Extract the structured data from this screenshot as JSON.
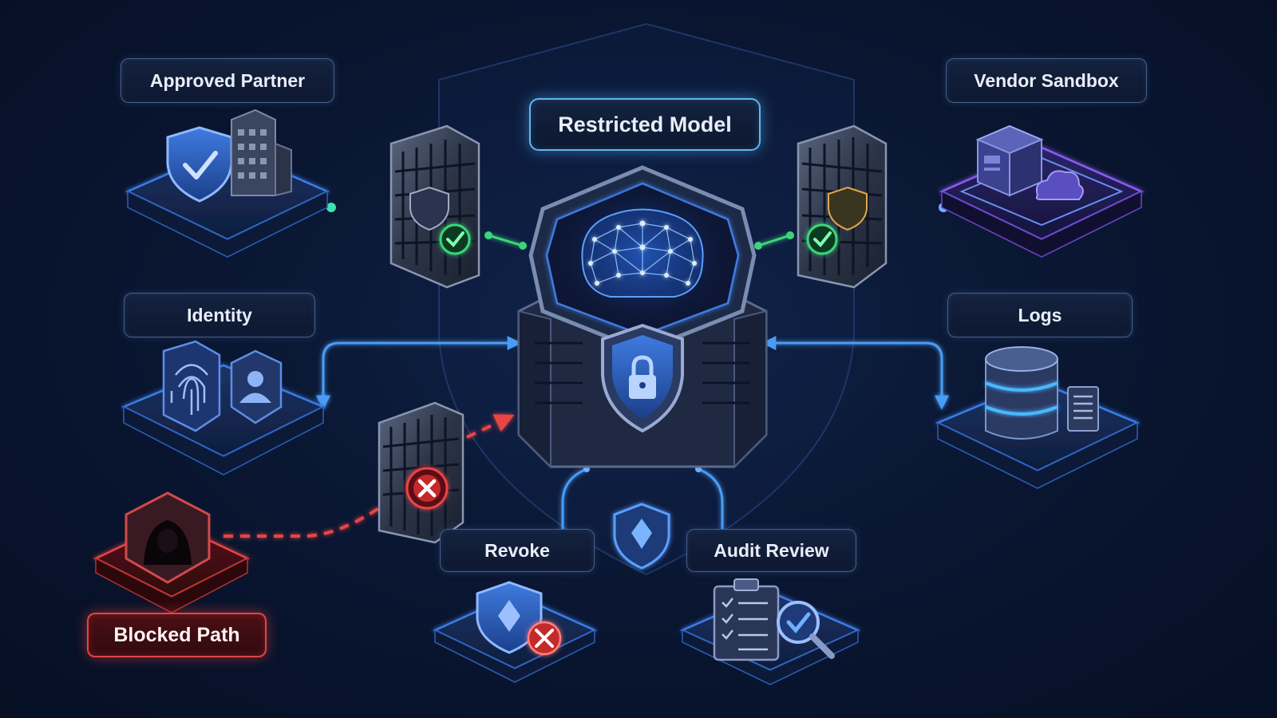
{
  "title": "Restricted Model",
  "nodes": {
    "approved_partner": "Approved Partner",
    "vendor_sandbox": "Vendor Sandbox",
    "identity": "Identity",
    "logs": "Logs",
    "revoke": "Revoke",
    "audit_review": "Audit Review",
    "blocked_path": "Blocked Path"
  },
  "colors": {
    "background": "#0a1733",
    "accent_blue": "#3d8ef0",
    "allowed_green": "#3bd67a",
    "blocked_red": "#e84545",
    "vendor_purple": "#8a5cf0",
    "label_border": "#4a5f86"
  },
  "icons": {
    "approved_partner": [
      "shield-check-icon",
      "building-icon"
    ],
    "vendor_sandbox": [
      "cube-icon",
      "cloud-icon"
    ],
    "identity": [
      "fingerprint-icon",
      "user-icon"
    ],
    "logs": [
      "database-icon",
      "document-icon"
    ],
    "revoke": [
      "shield-icon",
      "x-circle-icon"
    ],
    "audit_review": [
      "clipboard-checklist-icon",
      "magnifier-check-icon"
    ],
    "blocked_path": [
      "hooded-user-icon"
    ],
    "gates": [
      "gate-allowed-icon",
      "gate-allowed-icon",
      "gate-blocked-icon"
    ],
    "core": [
      "neural-network-icon",
      "lock-shield-icon"
    ]
  }
}
